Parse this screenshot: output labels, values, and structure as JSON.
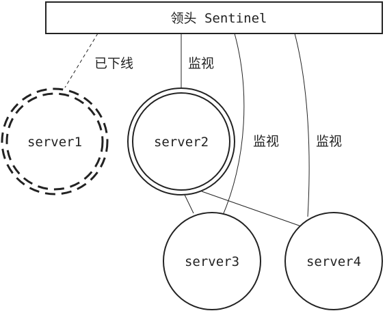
{
  "leader": {
    "label": "领头 Sentinel"
  },
  "servers": {
    "server1": {
      "label": "server1",
      "status": "已下线"
    },
    "server2": {
      "label": "server2"
    },
    "server3": {
      "label": "server3"
    },
    "server4": {
      "label": "server4"
    }
  },
  "edges": {
    "monitor_label": "监视"
  },
  "colors": {
    "stroke": "#222222",
    "background": "#ffffff",
    "text": "#222222"
  }
}
